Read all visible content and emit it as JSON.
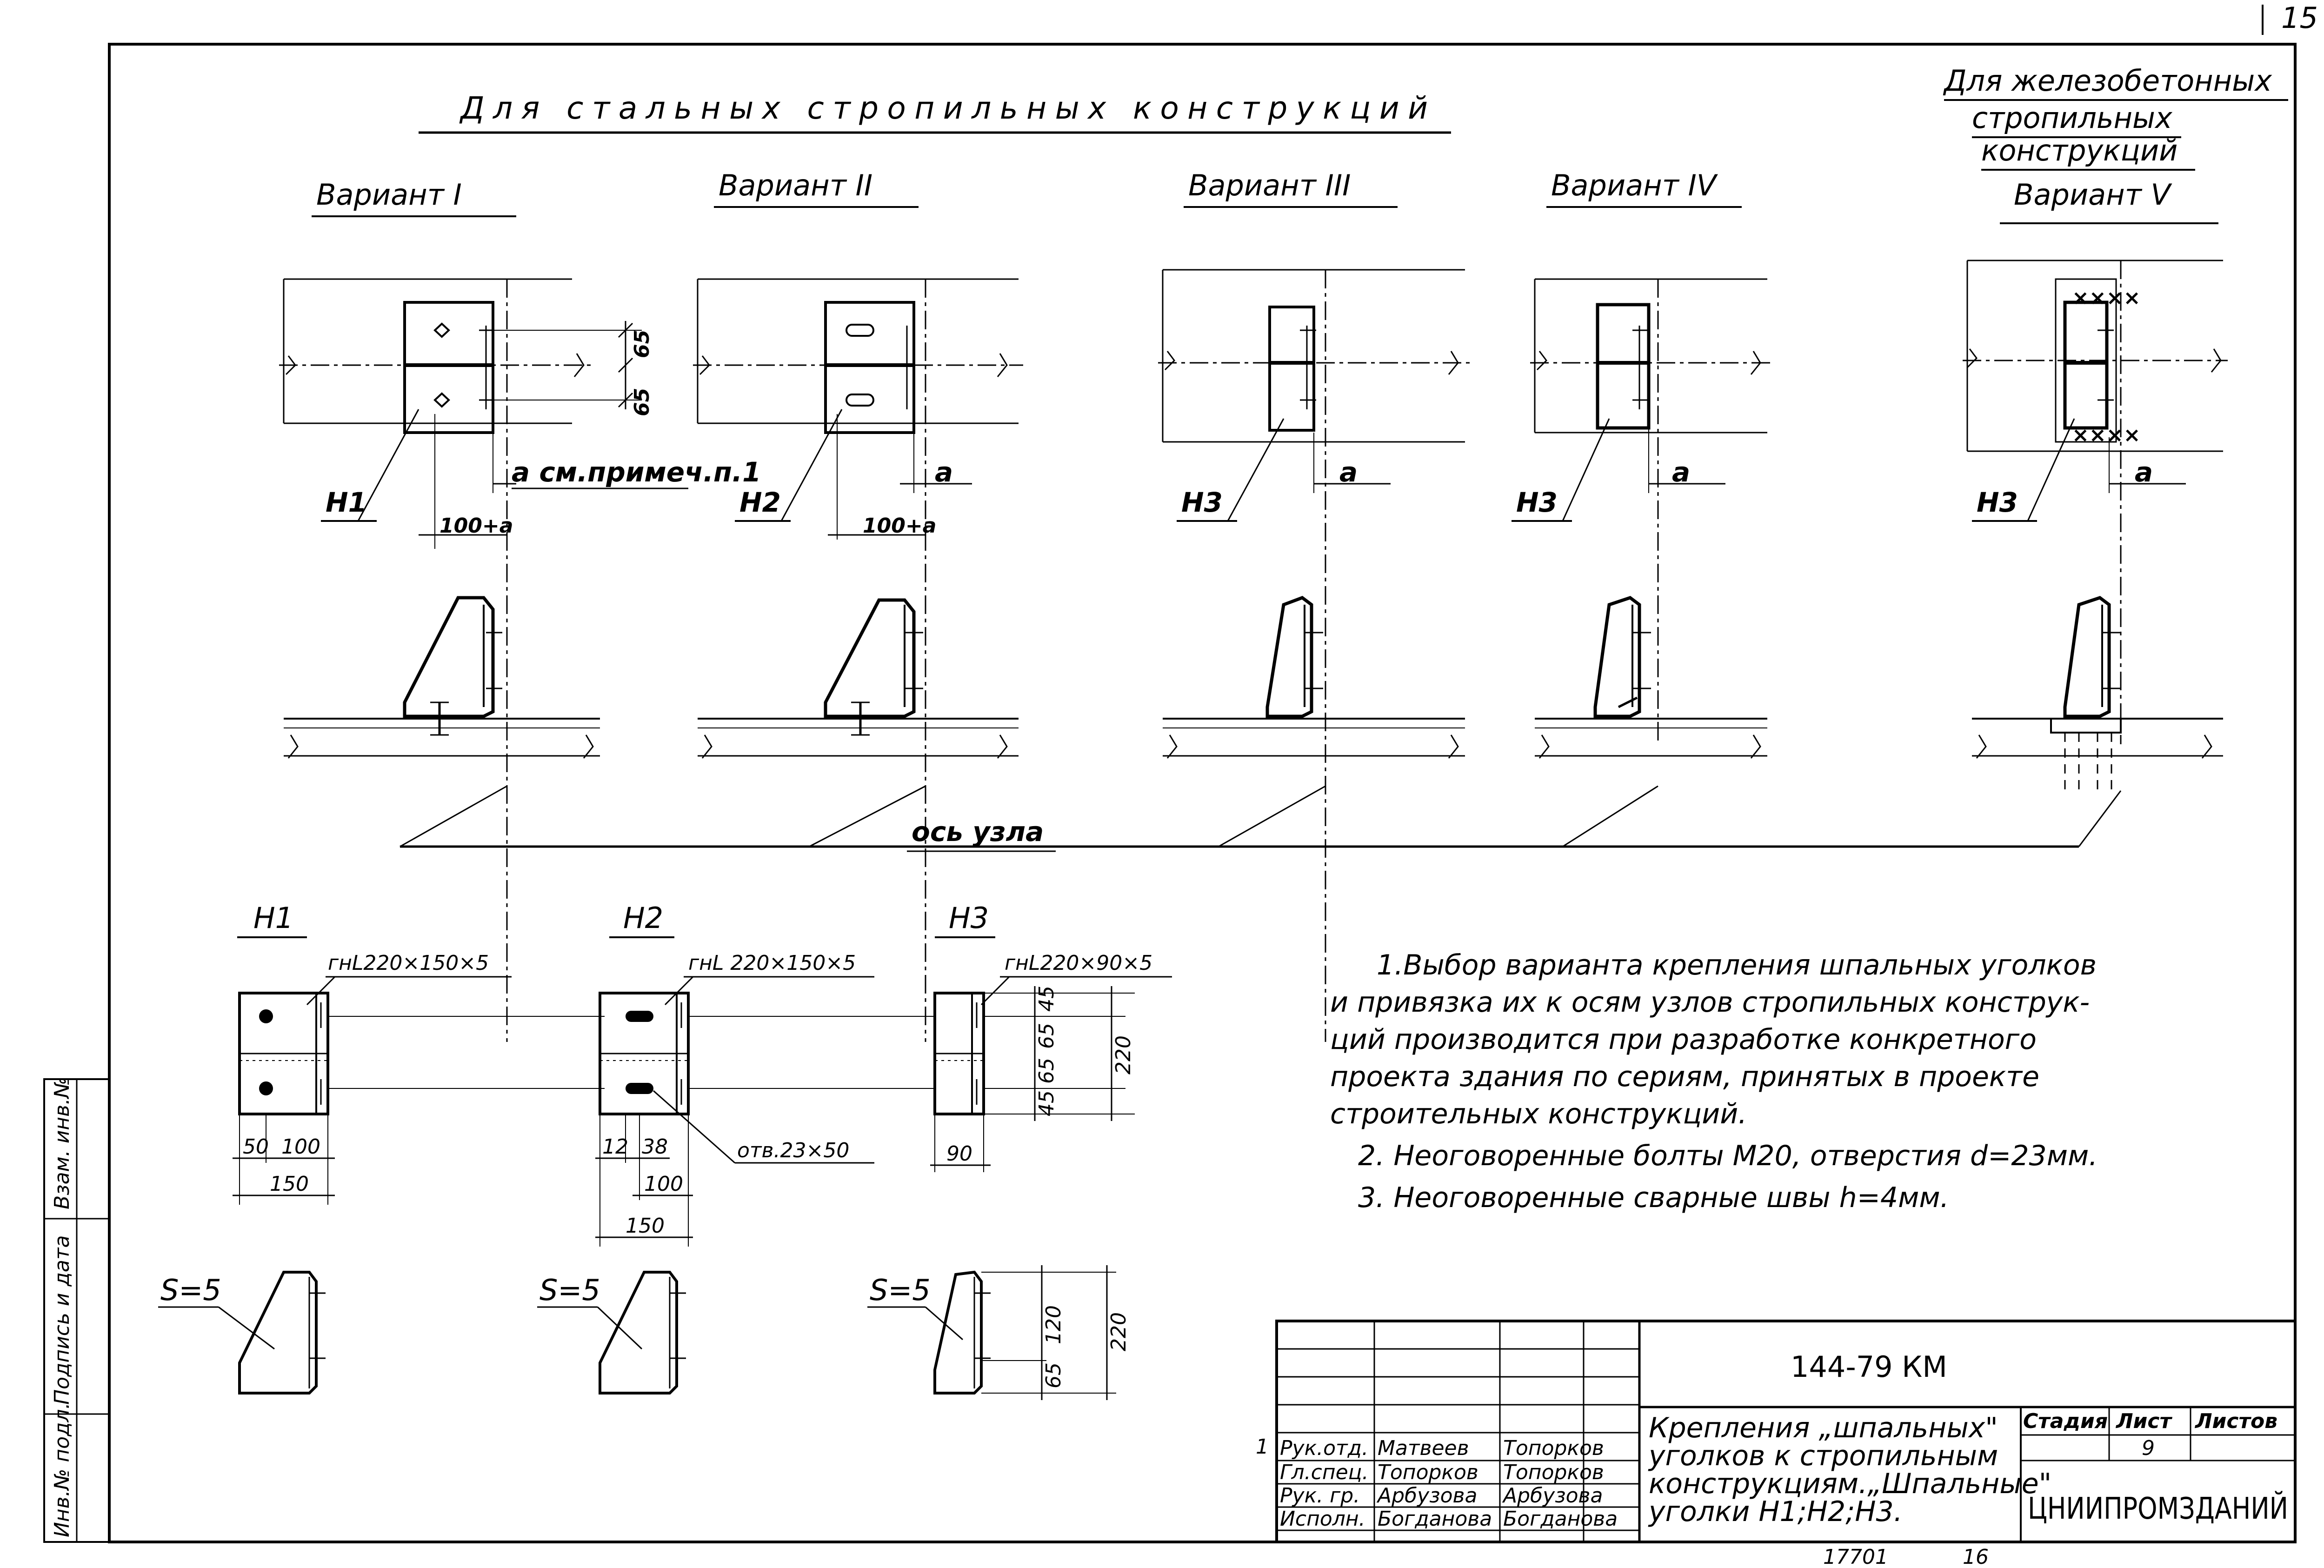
{
  "sheet_number": "15",
  "headings": {
    "steel": "Для стальных стропильных конструкций",
    "concrete": [
      "Для железобетонных",
      "стропильных",
      "конструкций"
    ]
  },
  "variants": [
    {
      "label": "Вариант I",
      "mark": "Н1",
      "dim": "a см.примеч.п.1",
      "dim2": "100+a",
      "dims_vert": [
        "65",
        "65"
      ]
    },
    {
      "label": "Вариант II",
      "mark": "Н2",
      "dim": "a",
      "dim2": "100+a"
    },
    {
      "label": "Вариант III",
      "mark": "Н3",
      "dim": "a"
    },
    {
      "label": "Вариант IV",
      "mark": "Н3",
      "dim": "a"
    },
    {
      "label": "Вариант V",
      "mark": "Н3",
      "dim": "a"
    }
  ],
  "axis_label": "ось узла",
  "details": [
    {
      "mark": "Н1",
      "profile": "гнL220×150×5",
      "dims": [
        "50",
        "100",
        "150"
      ],
      "s": "S=5"
    },
    {
      "mark": "Н2",
      "profile": "гнL 220×150×5",
      "dims": [
        "12",
        "38",
        "100",
        "150"
      ],
      "hole": "отв.23×50",
      "s": "S=5"
    },
    {
      "mark": "Н3",
      "profile": "гнL220×90×5",
      "dims": [
        "90"
      ],
      "vdims": [
        "45",
        "65",
        "65",
        "45"
      ],
      "vtotal": "220",
      "side_dims": [
        "65",
        "120",
        "220"
      ],
      "s": "S=5"
    }
  ],
  "notes": [
    "1.Выбор варианта крепления шпальных уголков",
    "и привязка их к осям узлов стропильных конструк-",
    "ций производится при разработке конкретного",
    "проекта здания по сериям, принятых в проекте",
    "строительных конструкций.",
    "2. Неоговоренные болты М20, отверстия d=23мм.",
    "3. Неоговоренные сварные швы h=4мм."
  ],
  "title_block": {
    "code": "144-79 КМ",
    "title": [
      "Крепления „шпальных\"",
      "уголков к стропильным",
      "конструкциям.„Шпальные\"",
      "уголки Н1;Н2;Н3."
    ],
    "stage_header": "Стадия",
    "sheet_header": "Лист",
    "sheets_header": "Листов",
    "sheet": "9",
    "organization": "ЦНИИПРОМЗДАНИЙ",
    "revision_mark": "1",
    "signatures": [
      {
        "role": "Рук.отд.",
        "name": "Матвеев",
        "sign": "Топорков"
      },
      {
        "role": "Гл.спец.",
        "name": "Топорков",
        "sign": "Топорков"
      },
      {
        "role": "Рук. гр.",
        "name": "Арбузова",
        "sign": "Арбузова"
      },
      {
        "role": "Исполн.",
        "name": "Богданова",
        "sign": "Богданова"
      }
    ]
  },
  "side_stamp": [
    "Инв.№ подл.",
    "Подпись и дата",
    "Взам. инв.№"
  ],
  "bottom_numbers": [
    "17701",
    "16"
  ]
}
